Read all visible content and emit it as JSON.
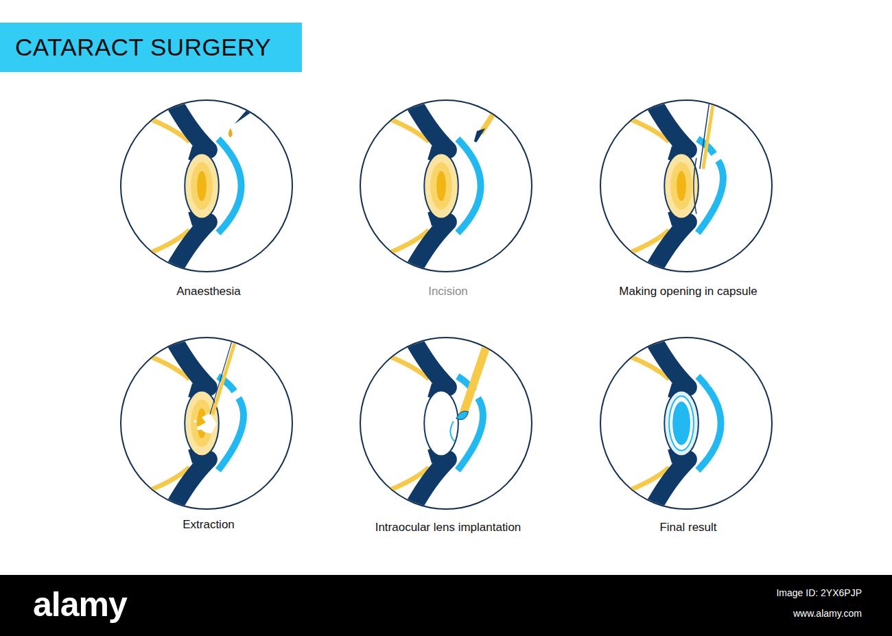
{
  "diagram": {
    "title": "CATARACT SURGERY",
    "nodes": [
      {
        "text": [
          "Anaesthesia"
        ]
      },
      {
        "text": [
          "Incision"
        ]
      },
      {
        "text": [
          "Making opening in capsule"
        ]
      },
      {
        "text": [
          "Extraction"
        ]
      },
      {
        "text": [
          "Intraocular lens implantation"
        ]
      },
      {
        "text": [
          "Final result"
        ]
      }
    ],
    "labels": [
      "alamy",
      "Image ID: 2YX6PJP",
      "www.alamy.com"
    ]
  }
}
